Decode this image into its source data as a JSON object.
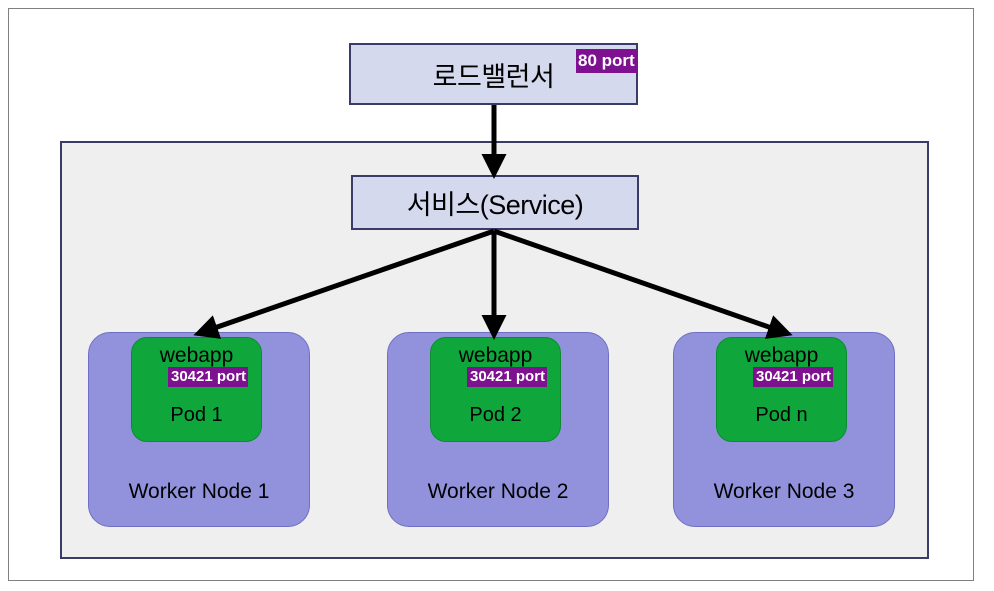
{
  "diagram": {
    "title": "Kubernetes load balancer to service to pods architecture",
    "colors": {
      "page_background": "#ffffff",
      "page_border": "#808080",
      "cluster_background": "#efefef",
      "cluster_border": "#3b3b68",
      "box_fill": "#d5d9ee",
      "box_border": "#3b3b68",
      "node_fill": "#9292dc",
      "pod_fill": "#0fa73c",
      "port_badge_fill": "#7d1190",
      "port_badge_text": "#ffffff",
      "arrow": "#000000"
    },
    "load_balancer": {
      "label": "로드밸런서",
      "port_badge": "80 port"
    },
    "service": {
      "label": "서비스(Service)"
    },
    "nodes": [
      {
        "label": "Worker Node 1",
        "pod": {
          "app": "webapp",
          "port_badge": "30421 port",
          "name": "Pod 1"
        }
      },
      {
        "label": "Worker Node 2",
        "pod": {
          "app": "webapp",
          "port_badge": "30421 port",
          "name": "Pod 2"
        }
      },
      {
        "label": "Worker Node 3",
        "pod": {
          "app": "webapp",
          "port_badge": "30421 port",
          "name": "Pod n"
        }
      }
    ],
    "connections": [
      {
        "from": "load_balancer",
        "to": "service",
        "style": "solid-arrow"
      },
      {
        "from": "service",
        "to": "pod-1",
        "style": "solid-arrow"
      },
      {
        "from": "service",
        "to": "pod-2",
        "style": "solid-arrow"
      },
      {
        "from": "service",
        "to": "pod-3",
        "style": "solid-arrow"
      }
    ]
  }
}
